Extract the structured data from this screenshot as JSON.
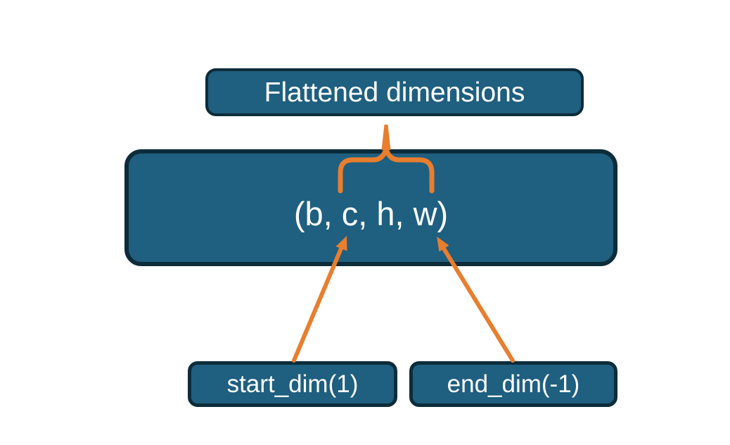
{
  "colors": {
    "background": "#ffffff",
    "box_fill": "#1f5f80",
    "box_border": "#0d2c3a",
    "text": "#ffffff",
    "accent": "#e87e2e"
  },
  "boxes": {
    "title": {
      "label": "Flattened dimensions"
    },
    "tensor": {
      "label": "(b, c, h, w)"
    },
    "start_dim": {
      "label": "start_dim(1)"
    },
    "end_dim": {
      "label": "end_dim(-1)"
    }
  },
  "icons": {
    "brace": "overbrace-icon",
    "arrow_start": "up-arrow-icon",
    "arrow_end": "up-arrow-icon"
  }
}
